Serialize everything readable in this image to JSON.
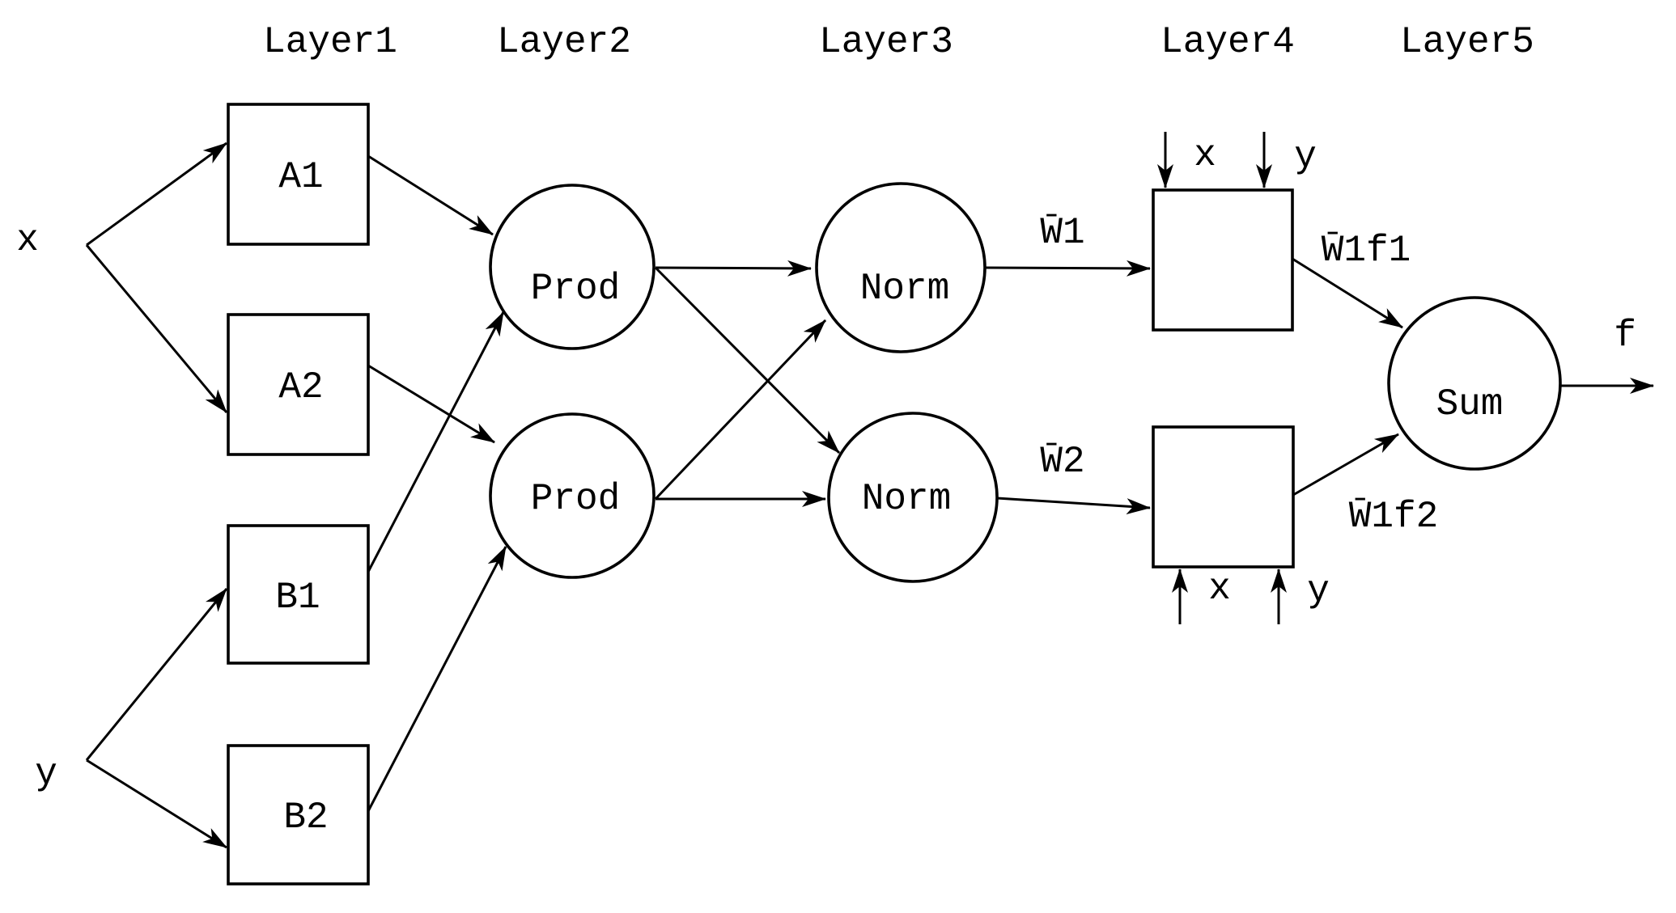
{
  "page": {
    "background_color": "#ffffff",
    "ink_color": "#000000",
    "description": "Five-layer ANFIS network diagram"
  },
  "layer_headers": [
    {
      "label": "Layer1"
    },
    {
      "label": "Layer2"
    },
    {
      "label": "Layer3"
    },
    {
      "label": "Layer4"
    },
    {
      "label": "Layer5"
    }
  ],
  "inputs": {
    "x_label": "x",
    "y_label": "y"
  },
  "nodes": {
    "a1": "A1",
    "a2": "A2",
    "b1": "B1",
    "b2": "B2",
    "prod1": "Prod",
    "prod2": "Prod",
    "norm1": "Norm",
    "norm2": "Norm",
    "rule1": "",
    "rule2": "",
    "sum": "Sum"
  },
  "signal_labels": {
    "w1": "W̄1",
    "w2": "W̄2",
    "w1f1": "W̄1f1",
    "w1f2": "W̄1f2",
    "rule1_in_x": "x",
    "rule1_in_y": "y",
    "rule2_in_x": "x",
    "rule2_in_y": "y",
    "output_f": "f"
  }
}
